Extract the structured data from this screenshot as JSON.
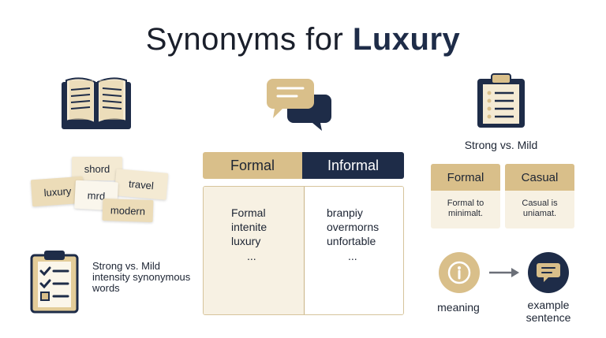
{
  "title": {
    "prefix": "Synonyms for",
    "accent": "Luxury"
  },
  "word_cards": [
    "shord",
    "luxury",
    "travel",
    "mrd",
    "modern"
  ],
  "left_panel": {
    "caption": "Strong vs. Mild intensity synonymous words"
  },
  "table": {
    "headers": [
      "Formal",
      "Informal"
    ],
    "formal_lines": [
      "Formal",
      "intenite",
      "luxury"
    ],
    "informal_lines": [
      "branpiy",
      "overmorns",
      "unfortable"
    ],
    "ellipsis": "..."
  },
  "right_panel": {
    "heading": "Strong vs. Mild",
    "cards": [
      {
        "title": "Formal",
        "line1": "Formal to",
        "line2": "minimalt."
      },
      {
        "title": "Casual",
        "line1": "Casual is",
        "line2": "uniamat."
      }
    ]
  },
  "bottom_right": {
    "meaning": "meaning",
    "example_line1": "example",
    "example_line2": "sentence"
  },
  "colors": {
    "gold": "#d9bf8a",
    "navy": "#1e2c48",
    "cream": "#f7f1e3"
  }
}
